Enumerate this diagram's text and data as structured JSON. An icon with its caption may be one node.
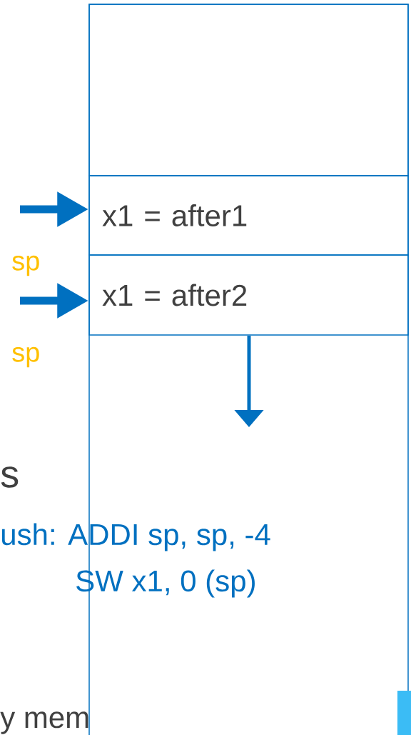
{
  "diagram": {
    "nodes": [
      {
        "text": [],
        "shape": "box"
      },
      {
        "text": [
          "x1 = after1"
        ]
      },
      {
        "text": [
          "x1 = after2"
        ]
      }
    ],
    "edges": [
      {
        "from": null,
        "to": 1,
        "arrow": "to"
      },
      {
        "from": null,
        "to": 2,
        "arrow": "to"
      }
    ],
    "labels": [
      "sp",
      "sp",
      "s",
      "ush: ADDI sp, sp, -4",
      "SW x1, 0 (sp)",
      "y mem"
    ]
  }
}
